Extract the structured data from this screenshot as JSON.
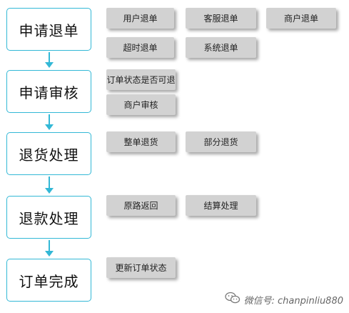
{
  "stages": [
    {
      "label": "申请退单",
      "options": [
        "用户退单",
        "客服退单",
        "商户退单",
        "超时退单",
        "系统退单"
      ]
    },
    {
      "label": "申请审核",
      "options": [
        "订单状态是否可退",
        "商户审核"
      ]
    },
    {
      "label": "退货处理",
      "options": [
        "整单退货",
        "部分退货"
      ]
    },
    {
      "label": "退款处理",
      "options": [
        "原路返回",
        "结算处理"
      ]
    },
    {
      "label": "订单完成",
      "options": [
        "更新订单状态"
      ]
    }
  ],
  "watermark": {
    "text": "微信号: chanpinliu880",
    "icon": "wechat-icon"
  },
  "colors": {
    "stage_border": "#33b8d6",
    "arrow": "#33b8d6",
    "chip_bg": "#d2d2d2"
  }
}
